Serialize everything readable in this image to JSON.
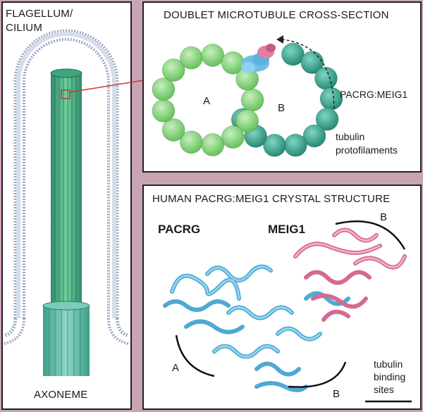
{
  "left_panel": {
    "title_line1": "FLAGELLUM/",
    "title_line2": "CILIUM",
    "axoneme_label": "AXONEME"
  },
  "top_panel": {
    "title": "DOUBLET MICROTUBULE CROSS-SECTION",
    "label_a": "A",
    "label_b": "B",
    "complex_label": "PACRG:MEIG1",
    "tubulin_line1": "tubulin",
    "tubulin_line2": "protofilaments"
  },
  "bottom_panel": {
    "title": "HUMAN PACRG:MEIG1 CRYSTAL STRUCTURE",
    "pacrg_label": "PACRG",
    "meig1_label": "MEIG1",
    "site_a": "A",
    "site_b_lower": "B",
    "site_b_upper": "B",
    "binding_line1": "tubulin",
    "binding_line2": "binding",
    "binding_line3": "sites"
  },
  "colors": {
    "background": "#c9a4b4",
    "light_green": "#86d37b",
    "dark_teal": "#2e9c86",
    "pacrg_blue": "#6fc0e6",
    "meig1_pink": "#e07fa3",
    "membrane": "#9aa9c2",
    "axoneme_green": "#4fb387",
    "connector_red": "#c43a3a"
  }
}
